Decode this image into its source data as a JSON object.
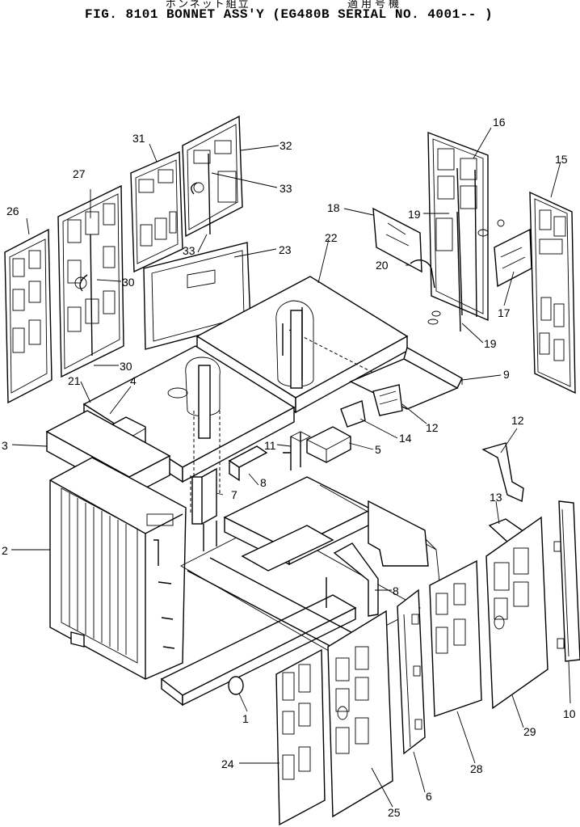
{
  "header": {
    "jp_title": "ボンネット組立",
    "jp_applicable": "適用号機",
    "figure_title": "FIG. 8101  BONNET ASS'Y (EG480B SERIAL NO. 4001-- )"
  },
  "callouts": [
    "1",
    "2",
    "3",
    "4",
    "5",
    "6",
    "7",
    "8",
    "8",
    "9",
    "10",
    "11",
    "12",
    "12",
    "13",
    "14",
    "15",
    "16",
    "17",
    "18",
    "19",
    "19",
    "20",
    "21",
    "22",
    "23",
    "24",
    "25",
    "26",
    "27",
    "28",
    "29",
    "30",
    "30",
    "31",
    "32",
    "33",
    "33"
  ]
}
